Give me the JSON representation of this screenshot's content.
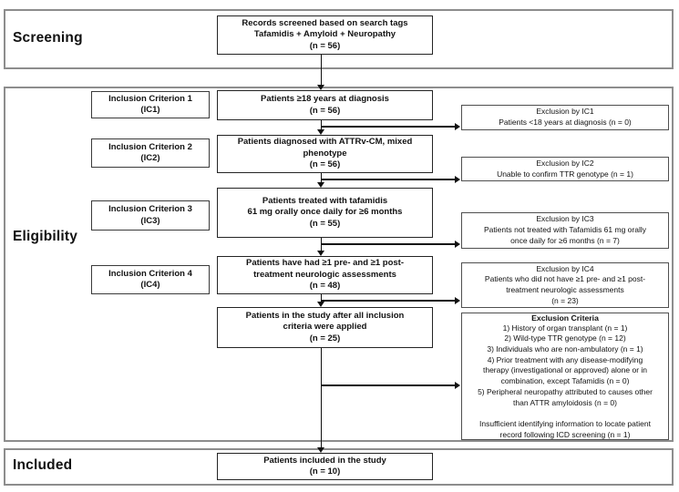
{
  "colors": {
    "background": "#ffffff",
    "text": "#111111",
    "flow_line": "#111111",
    "band_border": "#8d8d8d",
    "box_border": "#242424"
  },
  "screening": {
    "label": "Screening",
    "records_box": "Records screened based on search tags\nTafamidis + Amyloid + Neuropathy\n(n = 56)"
  },
  "eligibility": {
    "label": "Eligibility",
    "inclusion_criteria": [
      {
        "label": "Inclusion Criterion 1\n(IC1)"
      },
      {
        "label": "Inclusion Criterion 2\n(IC2)"
      },
      {
        "label": "Inclusion Criterion 3\n(IC3)"
      },
      {
        "label": "Inclusion Criterion 4\n(IC4)"
      }
    ],
    "steps": [
      {
        "text": "Patients ≥18 years at diagnosis\n(n = 56)"
      },
      {
        "text": "Patients diagnosed with ATTRv-CM, mixed\nphenotype\n(n = 56)"
      },
      {
        "text": "Patients treated with tafamidis\n61 mg orally once daily for ≥6 months\n(n = 55)"
      },
      {
        "text": "Patients have had ≥1 pre- and ≥1 post-\ntreatment neurologic assessments\n(n = 48)"
      },
      {
        "text": "Patients in the study after all inclusion\ncriteria were applied\n(n = 25)"
      }
    ],
    "exclusions": [
      {
        "text": "Exclusion by IC1\nPatients <18 years at diagnosis (n = 0)"
      },
      {
        "text": "Exclusion by IC2\nUnable to confirm TTR genotype (n = 1)"
      },
      {
        "text": "Exclusion by IC3\nPatients not treated with Tafamidis 61 mg orally\nonce daily for ≥6 months (n = 7)"
      },
      {
        "text": "Exclusion by IC4\nPatients who did not have ≥1 pre- and ≥1 post-\ntreatment neurologic assessments\n(n = 23)"
      }
    ],
    "exclusion_criteria": {
      "title": "Exclusion Criteria",
      "body": "1) History of organ transplant (n = 1)\n2) Wild-type TTR genotype (n = 12)\n3) Individuals who are non-ambulatory (n = 1)\n4) Prior treatment with any disease-modifying\ntherapy (investigational or approved) alone or in\ncombination, except Tafamidis (n = 0)\n5) Peripheral neuropathy attributed to causes other\nthan ATTR amyloidosis (n = 0)\n\nInsufficient identifying information to locate patient\nrecord following ICD screening (n = 1)"
    }
  },
  "included": {
    "label": "Included",
    "included_box": "Patients included in the study\n(n = 10)"
  }
}
